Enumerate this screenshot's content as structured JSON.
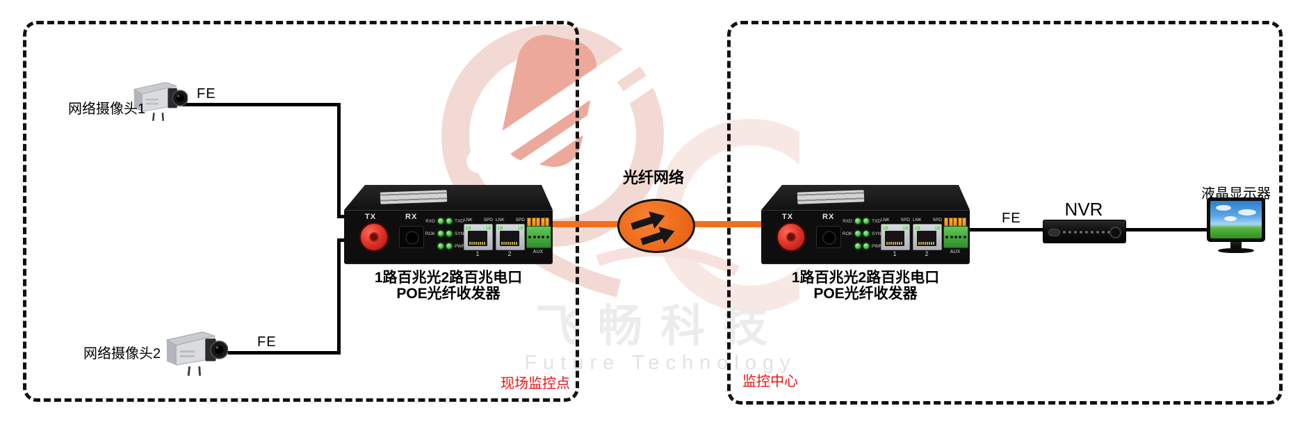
{
  "labels": {
    "camera1": "网络摄像头1",
    "camera2": "网络摄像头2",
    "fe": "FE",
    "fiber_network": "光纤网络",
    "nvr": "NVR",
    "monitor": "液晶显示器",
    "site_zone": "现场监控点",
    "center_zone": "监控中心",
    "converter_caption_line1": "1路百兆光2路百兆电口",
    "converter_caption_line2": "POE光纤收发器"
  },
  "panel": {
    "tx": "TX",
    "rx": "RX",
    "leds": [
      {
        "l": "RXD",
        "r": "TXD"
      },
      {
        "l": "ROK",
        "r": "SYN"
      },
      {
        "l": "",
        "r": "PWR"
      }
    ],
    "lnk": "LNK",
    "spd": "SPD",
    "p1": "1",
    "p2": "2",
    "aux": "AUX"
  },
  "watermark": {
    "cn": "飞畅科技",
    "en": "Future Technology"
  },
  "colors": {
    "fiber_orange": "#F26F1E",
    "zone_label_red": "#EE1111",
    "led_green": "#46C444",
    "aux_green": "#3FA437",
    "aux_tab_orange": "#EF8C12",
    "fc_connector_red": "#E3352A",
    "watermark_pink": "#F3D9D3"
  }
}
